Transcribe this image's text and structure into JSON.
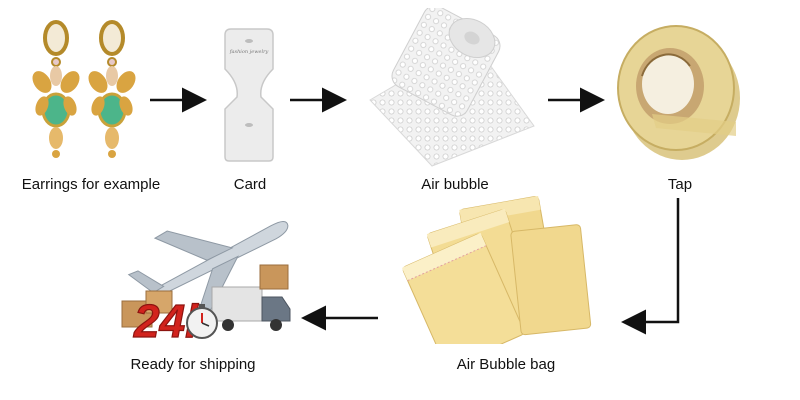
{
  "steps": {
    "earrings": {
      "label": "Earrings for example",
      "icon": "earrings-icon"
    },
    "card": {
      "label": "Card",
      "card_print": "fashion jewelry",
      "icon": "card-icon"
    },
    "air_bubble": {
      "label": "Air bubble",
      "icon": "bubble-wrap-roll-icon"
    },
    "tape": {
      "label": "Tap",
      "icon": "tape-roll-icon"
    },
    "bubble_bag": {
      "label": "Air Bubble bag",
      "icon": "bubble-mailer-icon"
    },
    "shipping": {
      "label": "Ready for shipping",
      "badge": "24h",
      "icon": "airplane-truck-icon"
    }
  },
  "colors": {
    "arrow": "#111111",
    "gold": "#c9a23a",
    "mint": "#4cb58a",
    "tape": "#d8c27a",
    "mailer": "#f1d88e",
    "badge_red": "#d2231d"
  }
}
